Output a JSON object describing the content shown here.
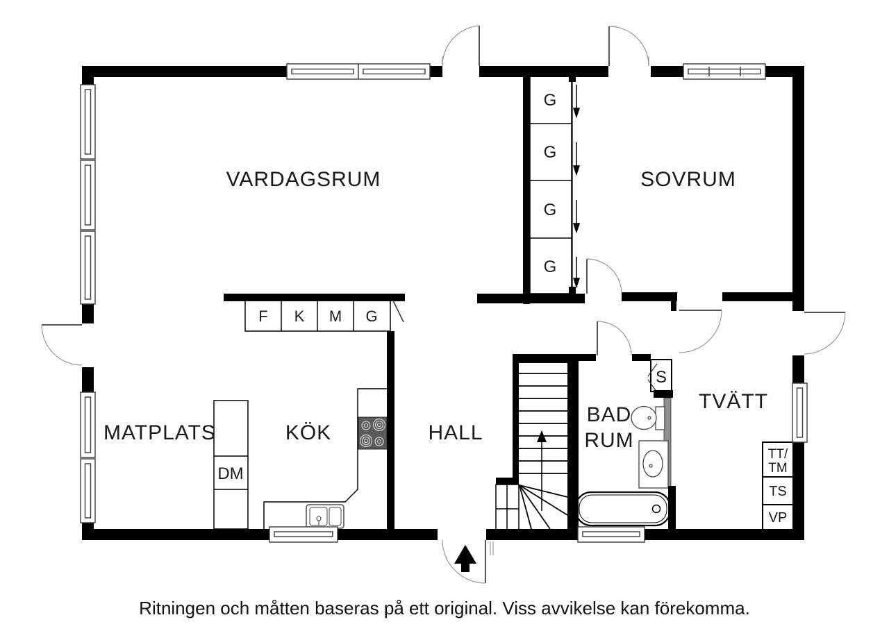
{
  "floorplan": {
    "rooms": {
      "vardagsrum": "VARDAGSRUM",
      "sovrum": "SOVRUM",
      "matplats": "MATPLATS",
      "kok": "KÖK",
      "hall": "HALL",
      "badrum_line1": "BAD",
      "badrum_line2": "RUM",
      "tvatt": "TVÄTT"
    },
    "closets": [
      "G",
      "G",
      "G",
      "G"
    ],
    "kitchen_cabinets": [
      "F",
      "K",
      "M",
      "G"
    ],
    "labels": {
      "dishwasher": "DM",
      "closet_s": "S",
      "dryer_washer_line1": "TT/",
      "dryer_washer_line2": "TM",
      "drying_cabinet": "TS",
      "water_heater": "VP"
    },
    "colors": {
      "wall": "#000000",
      "background": "#ffffff",
      "stove": "#5a5a5a",
      "shaft": "#8f8f8f",
      "door_arc": "#999999",
      "text": "#1a1a1a"
    },
    "footer": "Ritningen och måtten baseras på ett original. Viss avvikelse kan förekomma."
  }
}
